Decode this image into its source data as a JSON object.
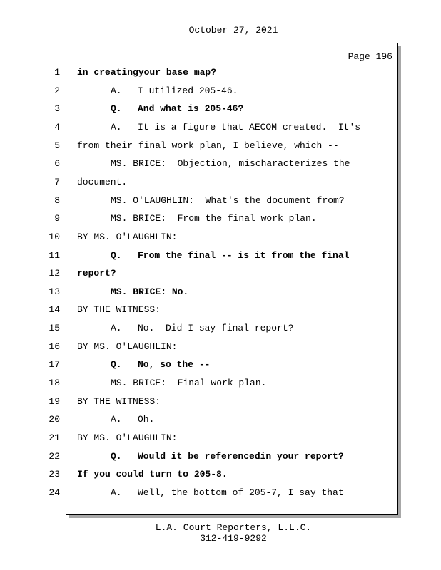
{
  "header": {
    "date": "October 27, 2021"
  },
  "page_label": "Page 196",
  "lines": [
    {
      "n": "1",
      "indent": 0,
      "label": "",
      "text": "in creatingyour base map?",
      "bold": true
    },
    {
      "n": "2",
      "indent": 1,
      "label": "A.",
      "text": "I utilized 205-46.",
      "bold": false
    },
    {
      "n": "3",
      "indent": 1,
      "label": "Q.",
      "text": "And what is 205-46?",
      "bold": true
    },
    {
      "n": "4",
      "indent": 1,
      "label": "A.",
      "text": "It is a figure that AECOM created.  It's",
      "bold": false
    },
    {
      "n": "5",
      "indent": 0,
      "label": "",
      "text": "from their final work plan, I believe, which --",
      "bold": false
    },
    {
      "n": "6",
      "indent": 2,
      "label": "",
      "text": "MS. BRICE:  Objection, mischaracterizes the",
      "bold": false
    },
    {
      "n": "7",
      "indent": 0,
      "label": "",
      "text": "document.",
      "bold": false
    },
    {
      "n": "8",
      "indent": 2,
      "label": "",
      "text": "MS. O'LAUGHLIN:  What's the document from?",
      "bold": false
    },
    {
      "n": "9",
      "indent": 2,
      "label": "",
      "text": "MS. BRICE:  From the final work plan.",
      "bold": false
    },
    {
      "n": "10",
      "indent": 0,
      "label": "",
      "text": "BY MS. O'LAUGHLIN:",
      "bold": false
    },
    {
      "n": "11",
      "indent": 1,
      "label": "Q.",
      "text": "From the final -- is it from the final",
      "bold": true
    },
    {
      "n": "12",
      "indent": 0,
      "label": "",
      "text": "report?",
      "bold": true
    },
    {
      "n": "13",
      "indent": 2,
      "label": "",
      "text": "MS. BRICE: No.",
      "bold": true
    },
    {
      "n": "14",
      "indent": 0,
      "label": "",
      "text": "BY THE WITNESS:",
      "bold": false
    },
    {
      "n": "15",
      "indent": 1,
      "label": "A.",
      "text": "No.  Did I say final report?",
      "bold": false
    },
    {
      "n": "16",
      "indent": 0,
      "label": "",
      "text": "BY MS. O'LAUGHLIN:",
      "bold": false
    },
    {
      "n": "17",
      "indent": 1,
      "label": "Q.",
      "text": "No, so the --",
      "bold": true
    },
    {
      "n": "18",
      "indent": 2,
      "label": "",
      "text": "MS. BRICE:  Final work plan.",
      "bold": false
    },
    {
      "n": "19",
      "indent": 0,
      "label": "",
      "text": "BY THE WITNESS:",
      "bold": false
    },
    {
      "n": "20",
      "indent": 1,
      "label": "A.",
      "text": "Oh.",
      "bold": false
    },
    {
      "n": "21",
      "indent": 0,
      "label": "",
      "text": "BY MS. O'LAUGHLIN:",
      "bold": false
    },
    {
      "n": "22",
      "indent": 1,
      "label": "Q.",
      "text": "Would it be referencedin your report?",
      "bold": true
    },
    {
      "n": "23",
      "indent": 0,
      "label": "",
      "text": "If you could turn to 205-8.",
      "bold": true
    },
    {
      "n": "24",
      "indent": 1,
      "label": "A.",
      "text": "Well, the bottom of 205-7, I say that",
      "bold": false
    }
  ],
  "footer": {
    "company": "L.A. Court Reporters, L.L.C.",
    "phone": "312-419-9292"
  }
}
